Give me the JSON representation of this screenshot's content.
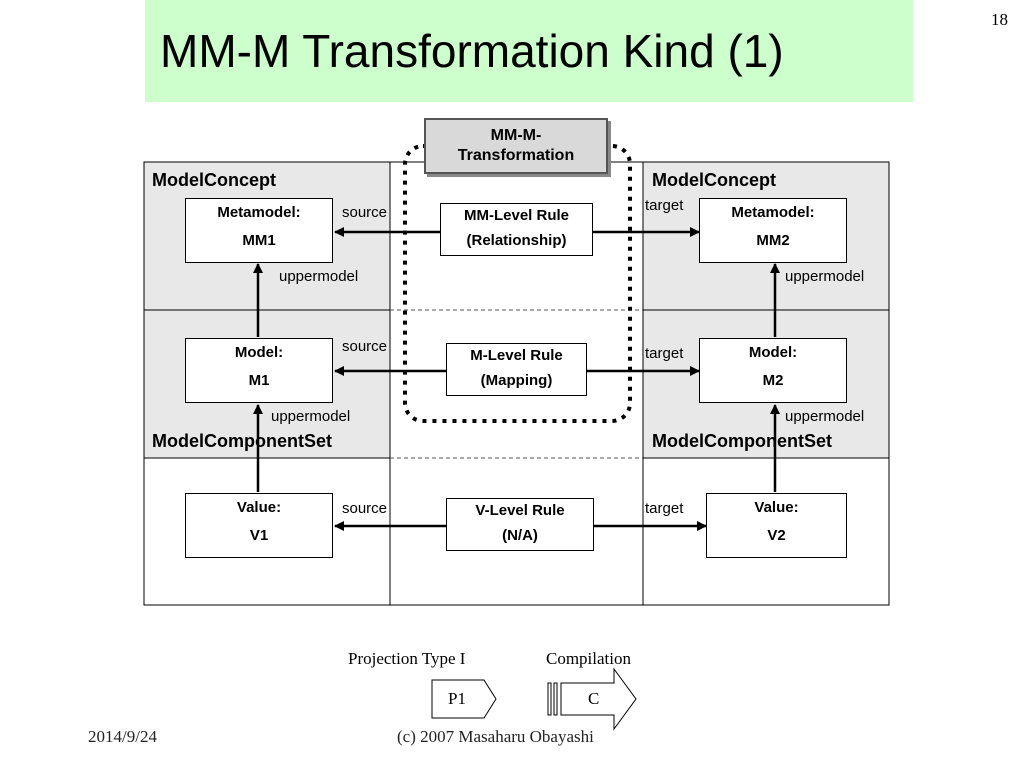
{
  "slide": {
    "title": "MM-M Transformation Kind (1)",
    "page_number": "18",
    "footer_date": "2014/9/24",
    "footer_author": "(c) 2007 Masaharu Obayashi"
  },
  "diagram": {
    "transformation_box": {
      "line1": "MM-M-",
      "line2": "Transformation"
    },
    "sections": {
      "left_concept": "ModelConcept",
      "right_concept": "ModelConcept",
      "left_component_set": "ModelComponentSet",
      "right_component_set": "ModelComponentSet"
    },
    "left": {
      "mm": {
        "line1": "Metamodel:",
        "line2": "MM1"
      },
      "m": {
        "line1": "Model:",
        "line2": "M1"
      },
      "v": {
        "line1": "Value:",
        "line2": "V1"
      }
    },
    "right": {
      "mm": {
        "line1": "Metamodel:",
        "line2": "MM2"
      },
      "m": {
        "line1": "Model:",
        "line2": "M2"
      },
      "v": {
        "line1": "Value:",
        "line2": "V2"
      }
    },
    "rules": {
      "mm": {
        "line1": "MM-Level Rule",
        "line2": "(Relationship)"
      },
      "m": {
        "line1": "M-Level Rule",
        "line2": "(Mapping)"
      },
      "v": {
        "line1": "V-Level Rule",
        "line2": "(N/A)"
      }
    },
    "edge_labels": {
      "source_mm": "source",
      "target_mm": "target",
      "source_m": "source",
      "target_m": "target",
      "source_v": "source",
      "target_v": "target",
      "uppermodel_left_mm": "uppermodel",
      "uppermodel_right_mm": "uppermodel",
      "uppermodel_left_m": "uppermodel",
      "uppermodel_right_m": "uppermodel"
    }
  },
  "legend": {
    "projection_label": "Projection Type I",
    "projection_symbol": "P1",
    "compilation_label": "Compilation",
    "compilation_symbol": "C"
  },
  "colors": {
    "title_bg": "#ccffcc",
    "grid_bg": "#e8e8e8",
    "transformation_bg": "#d9d9d9"
  }
}
